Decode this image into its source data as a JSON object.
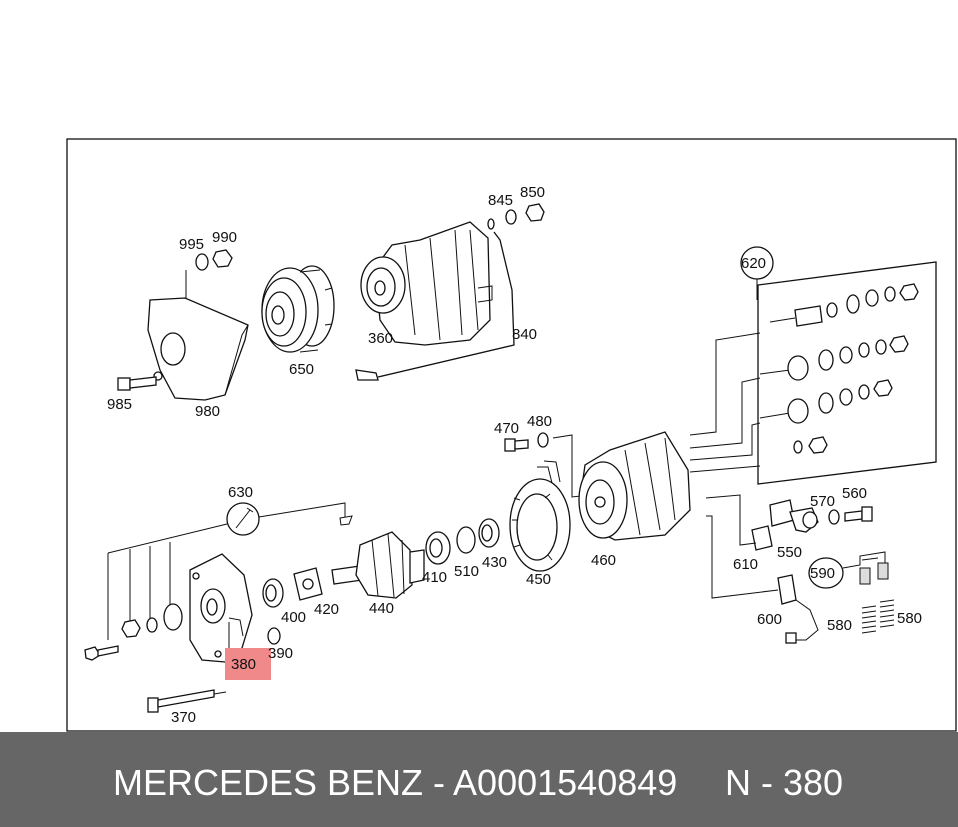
{
  "diagram": {
    "highlight_color": "#f08a8a",
    "labels": {
      "p995": "995",
      "p990": "990",
      "p985": "985",
      "p980": "980",
      "p650": "650",
      "p360": "360",
      "p845": "845",
      "p850": "850",
      "p840": "840",
      "p620": "620",
      "p470": "470",
      "p480": "480",
      "p460": "460",
      "p570": "570",
      "p560": "560",
      "p550": "550",
      "p610": "610",
      "p590": "590",
      "p600": "600",
      "p580a": "580",
      "p580b": "580",
      "p630": "630",
      "p410": "410",
      "p510": "510",
      "p430": "430",
      "p450": "450",
      "p440": "440",
      "p420": "420",
      "p400": "400",
      "p390": "390",
      "p380": "380",
      "p370": "370"
    }
  },
  "footer": {
    "part_text": "MERCEDES BENZ - A0001540849",
    "ref_text": "N - 380",
    "background": "#666666"
  }
}
